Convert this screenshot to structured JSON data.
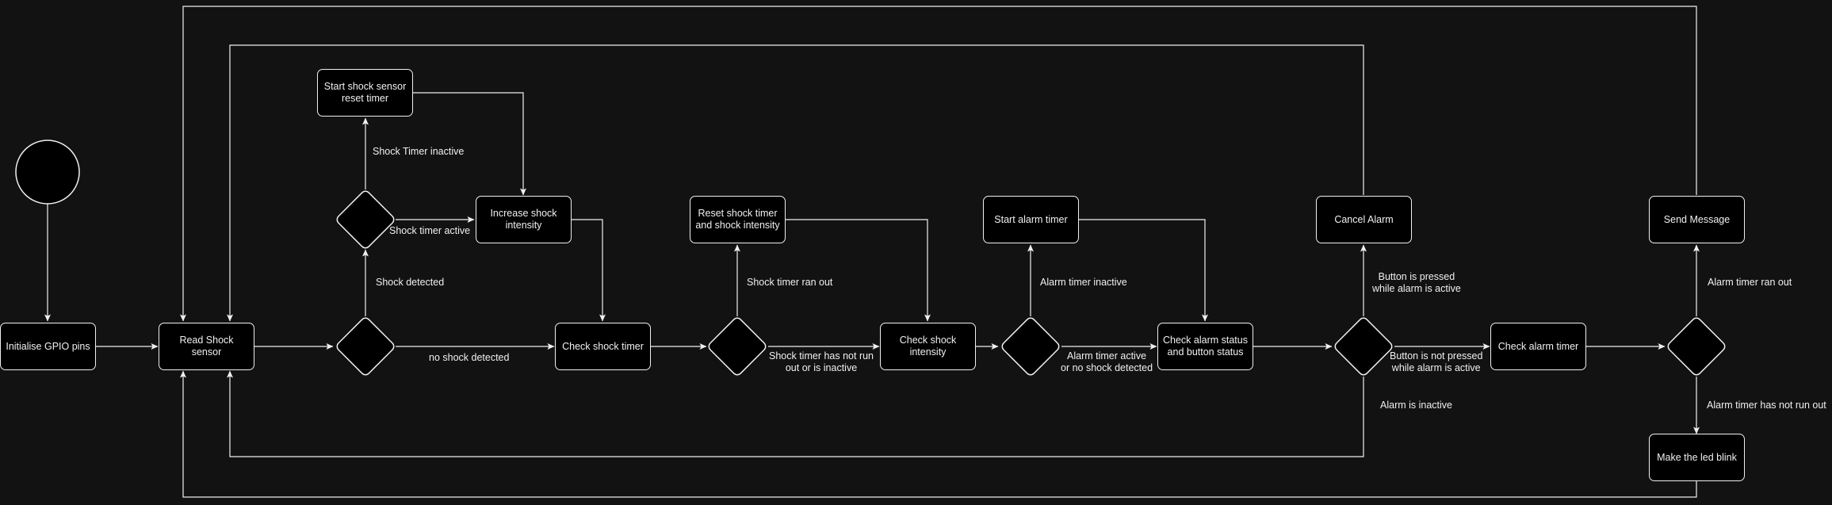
{
  "colors": {
    "background": "#121212",
    "node_fill": "#000000",
    "stroke": "#f0f0f0"
  },
  "nodes": {
    "initialise": "Initialise GPIO pins",
    "read_shock": "Read Shock sensor",
    "start_reset_timer": "Start shock sensor reset timer",
    "increase_intensity": "Increase shock intensity",
    "check_shock_timer": "Check shock timer",
    "reset_timer_intensity": "Reset shock timer and shock intensity",
    "check_shock_intensity": "Check shock intensity",
    "start_alarm_timer": "Start alarm timer",
    "check_alarm_button": "Check alarm status and button status",
    "cancel_alarm": "Cancel Alarm",
    "check_alarm_timer": "Check alarm timer",
    "send_message": "Send Message",
    "led_blink": "Make the led blink"
  },
  "edge_labels": {
    "shock_timer_inactive": "Shock Timer inactive",
    "shock_timer_active": "Shock timer active",
    "shock_detected": "Shock detected",
    "no_shock_detected": "no shock detected",
    "shock_timer_ran_out": "Shock timer ran out",
    "shock_timer_not_run_out_1": "Shock timer has not run",
    "shock_timer_not_run_out_2": "out or is inactive",
    "alarm_timer_inactive": "Alarm timer inactive",
    "alarm_timer_active_1": "Alarm timer active",
    "alarm_timer_active_2": "or no shock detected",
    "button_pressed_1": "Button is pressed",
    "button_pressed_2": "while alarm is active",
    "button_not_pressed_1": "Button is not pressed",
    "button_not_pressed_2": "while alarm is active",
    "alarm_inactive": "Alarm is inactive",
    "alarm_timer_ran_out": "Alarm timer ran out",
    "alarm_timer_not_run_out": "Alarm timer has not run out"
  }
}
